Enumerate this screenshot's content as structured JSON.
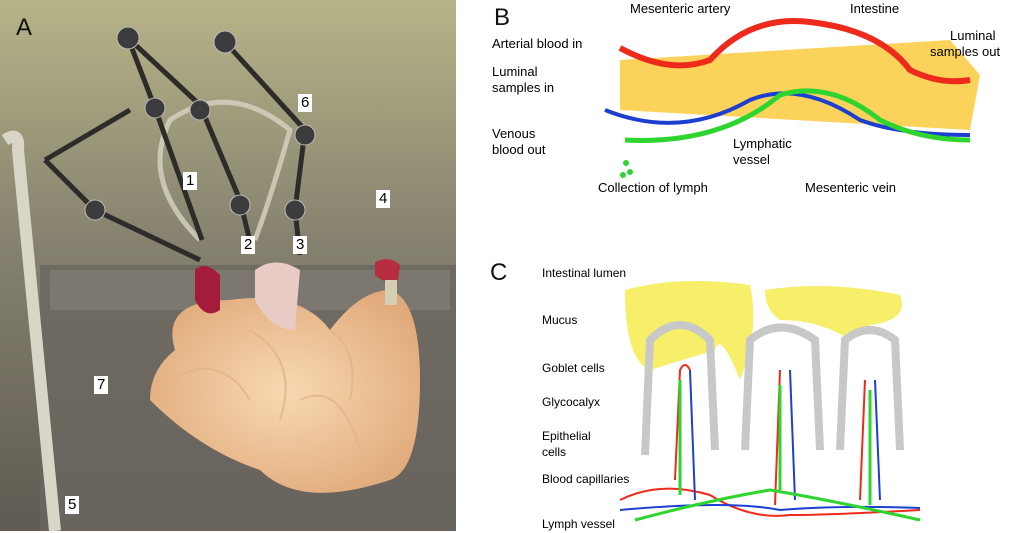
{
  "figure": {
    "panels": [
      {
        "letter": "A",
        "kind": "photograph",
        "description": "Isolated perfused intestine segment mounted on rig with cannulae",
        "markers": [
          "1",
          "2",
          "3",
          "4",
          "5",
          "6",
          "7"
        ]
      },
      {
        "letter": "B",
        "kind": "schematic",
        "labels": {
          "arterial_in": "Arterial blood in",
          "mesenteric_artery": "Mesenteric artery",
          "intestine": "Intestine",
          "luminal_out_1": "Luminal",
          "luminal_out_2": "samples out",
          "luminal_in_1": "Luminal",
          "luminal_in_2": "samples in",
          "venous_out_1": "Venous",
          "venous_out_2": "blood out",
          "lymphatic_1": "Lymphatic",
          "lymphatic_2": "vessel",
          "collection": "Collection of lymph",
          "mesenteric_vein": "Mesenteric vein"
        }
      },
      {
        "letter": "C",
        "kind": "schematic",
        "labels": {
          "lumen": "Intestinal lumen",
          "mucus": "Mucus",
          "goblet": "Goblet cells",
          "glycocalyx": "Glycocalyx",
          "epithelial_1": "Epithelial",
          "epithelial_2": "cells",
          "capillaries": "Blood capillaries",
          "lymph_vessel": "Lymph vessel"
        }
      }
    ],
    "colors": {
      "artery": "#ee2a1c",
      "vein": "#1d3fcf",
      "lymph": "#2fd52f",
      "intestine": "#fbd25a",
      "mucus": "#f7ef6a",
      "glycocalyx": "#c8c8c8",
      "epithelium": "#f8c89a"
    }
  }
}
